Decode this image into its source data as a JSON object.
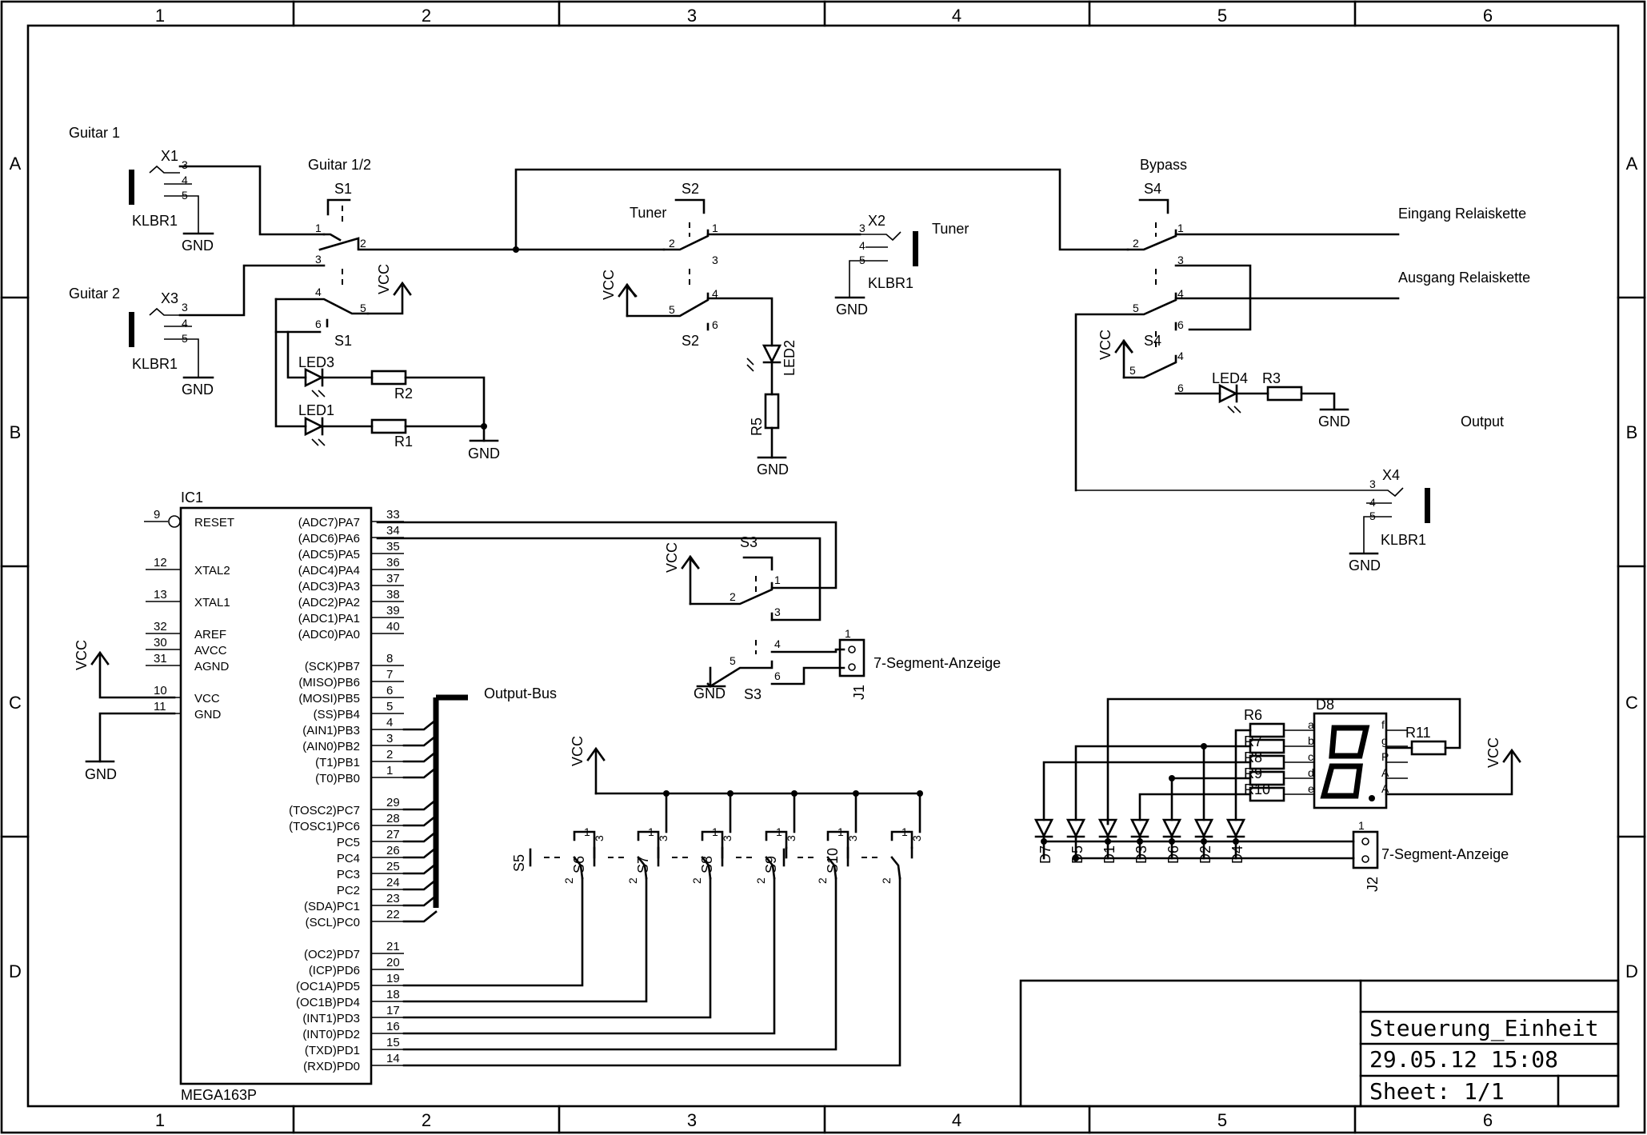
{
  "frame": {
    "columns": [
      "1",
      "2",
      "3",
      "4",
      "5",
      "6"
    ],
    "rows": [
      "A",
      "B",
      "C",
      "D"
    ]
  },
  "title_block": {
    "name": "Steuerung_Einheit",
    "datetime": "29.05.12 15:08",
    "sheet": "Sheet: 1/1"
  },
  "labels": {
    "guitar1": "Guitar 1",
    "guitar2": "Guitar 2",
    "guitar12": "Guitar 1/2",
    "tuner_top": "Tuner",
    "tuner_right": "Tuner",
    "bypass": "Bypass",
    "eingang": "Eingang Relaiskette",
    "ausgang": "Ausgang Relaiskette",
    "output": "Output",
    "output_bus": "Output-Bus",
    "seg1": "7-Segment-Anzeige",
    "seg2": "7-Segment-Anzeige"
  },
  "components": {
    "x1": "X1",
    "x2": "X2",
    "x3": "X3",
    "x4": "X4",
    "klbr": "KLBR1",
    "s1": "S1",
    "s2": "S2",
    "s3": "S3",
    "s4": "S4",
    "s5": "S5",
    "s6": "S6",
    "s7": "S7",
    "s8": "S8",
    "s9": "S9",
    "s10": "S10",
    "led1": "LED1",
    "led2": "LED2",
    "led3": "LED3",
    "led4": "LED4",
    "r1": "R1",
    "r2": "R2",
    "r3": "R3",
    "r5": "R5",
    "r6": "R6",
    "r7": "R7",
    "r8": "R8",
    "r9": "R9",
    "r10": "R10",
    "r11": "R11",
    "d1": "D1",
    "d2": "D2",
    "d3": "D3",
    "d4": "D4",
    "d5": "D5",
    "d6": "D6",
    "d7": "D7",
    "d8": "D8",
    "j1": "J1",
    "j2": "J2",
    "ic1": "IC1",
    "ic_part": "MEGA163P"
  },
  "nets": {
    "gnd": "GND",
    "vcc": "VCC"
  },
  "ic_pins_left": [
    {
      "num": "9",
      "name": "RESET"
    },
    {
      "num": "12",
      "name": "XTAL2"
    },
    {
      "num": "13",
      "name": "XTAL1"
    },
    {
      "num": "32",
      "name": "AREF"
    },
    {
      "num": "30",
      "name": "AVCC"
    },
    {
      "num": "31",
      "name": "AGND"
    },
    {
      "num": "10",
      "name": "VCC"
    },
    {
      "num": "11",
      "name": "GND"
    }
  ],
  "ic_pins_right": [
    {
      "num": "33",
      "name": "(ADC7)PA7"
    },
    {
      "num": "34",
      "name": "(ADC6)PA6"
    },
    {
      "num": "35",
      "name": "(ADC5)PA5"
    },
    {
      "num": "36",
      "name": "(ADC4)PA4"
    },
    {
      "num": "37",
      "name": "(ADC3)PA3"
    },
    {
      "num": "38",
      "name": "(ADC2)PA2"
    },
    {
      "num": "39",
      "name": "(ADC1)PA1"
    },
    {
      "num": "40",
      "name": "(ADC0)PA0"
    },
    {
      "num": "8",
      "name": "(SCK)PB7"
    },
    {
      "num": "7",
      "name": "(MISO)PB6"
    },
    {
      "num": "6",
      "name": "(MOSI)PB5"
    },
    {
      "num": "5",
      "name": "(SS)PB4"
    },
    {
      "num": "4",
      "name": "(AIN1)PB3"
    },
    {
      "num": "3",
      "name": "(AIN0)PB2"
    },
    {
      "num": "2",
      "name": "(T1)PB1"
    },
    {
      "num": "1",
      "name": "(T0)PB0"
    },
    {
      "num": "29",
      "name": "(TOSC2)PC7"
    },
    {
      "num": "28",
      "name": "(TOSC1)PC6"
    },
    {
      "num": "27",
      "name": "PC5"
    },
    {
      "num": "26",
      "name": "PC4"
    },
    {
      "num": "25",
      "name": "PC3"
    },
    {
      "num": "24",
      "name": "PC2"
    },
    {
      "num": "23",
      "name": "(SDA)PC1"
    },
    {
      "num": "22",
      "name": "(SCL)PC0"
    },
    {
      "num": "21",
      "name": "(OC2)PD7"
    },
    {
      "num": "20",
      "name": "(ICP)PD6"
    },
    {
      "num": "19",
      "name": "(OC1A)PD5"
    },
    {
      "num": "18",
      "name": "(OC1B)PD4"
    },
    {
      "num": "17",
      "name": "(INT1)PD3"
    },
    {
      "num": "16",
      "name": "(INT0)PD2"
    },
    {
      "num": "15",
      "name": "(TXD)PD1"
    },
    {
      "num": "14",
      "name": "(RXD)PD0"
    }
  ],
  "seg_pins_left": [
    "a",
    "b",
    "c",
    "d",
    "e"
  ],
  "seg_pins_right": [
    "f",
    "g",
    "P",
    "A",
    "A"
  ],
  "pin_numbers": {
    "one": "1",
    "two": "2",
    "three": "3",
    "four": "4",
    "five": "5",
    "six": "6"
  }
}
